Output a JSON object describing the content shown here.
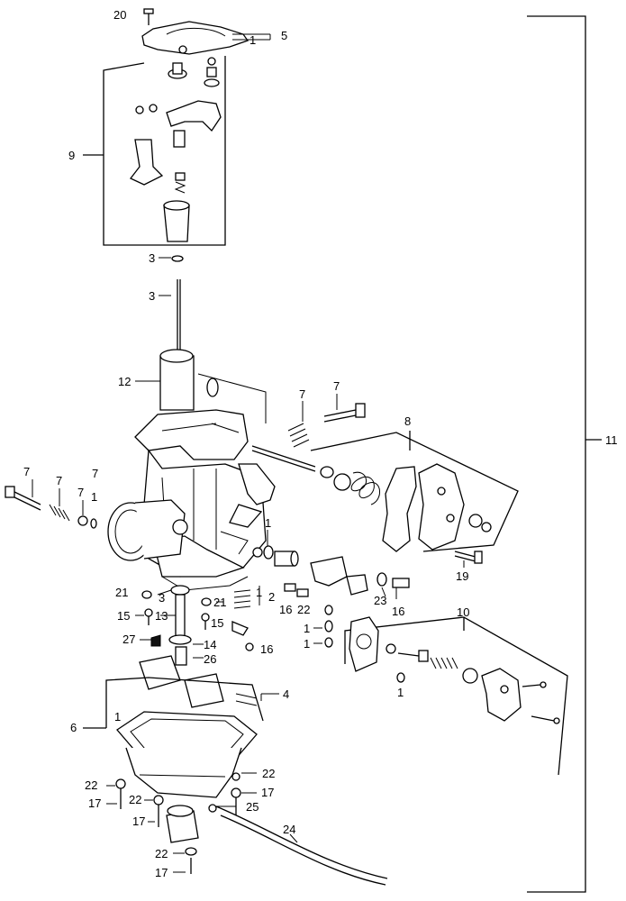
{
  "callouts": [
    {
      "id": "c20",
      "text": "20"
    },
    {
      "id": "c5",
      "text": "5"
    },
    {
      "id": "c1a",
      "text": "1"
    },
    {
      "id": "c9",
      "text": "9"
    },
    {
      "id": "c3a",
      "text": "3"
    },
    {
      "id": "c3b",
      "text": "3"
    },
    {
      "id": "c12",
      "text": "12"
    },
    {
      "id": "c7a",
      "text": "7"
    },
    {
      "id": "c7b",
      "text": "7"
    },
    {
      "id": "c8",
      "text": "8"
    },
    {
      "id": "c11",
      "text": "11"
    },
    {
      "id": "c7c",
      "text": "7"
    },
    {
      "id": "c7d",
      "text": "7"
    },
    {
      "id": "c7e",
      "text": "7"
    },
    {
      "id": "c7f",
      "text": "7"
    },
    {
      "id": "c1b",
      "text": "1"
    },
    {
      "id": "c1c",
      "text": "1"
    },
    {
      "id": "c1d",
      "text": "1"
    },
    {
      "id": "c19",
      "text": "19"
    },
    {
      "id": "c21a",
      "text": "21"
    },
    {
      "id": "c3c",
      "text": "3"
    },
    {
      "id": "c2",
      "text": "2"
    },
    {
      "id": "c16a",
      "text": "16"
    },
    {
      "id": "c22a",
      "text": "22"
    },
    {
      "id": "c23",
      "text": "23"
    },
    {
      "id": "c16b",
      "text": "16"
    },
    {
      "id": "c15a",
      "text": "15"
    },
    {
      "id": "c13",
      "text": "13"
    },
    {
      "id": "c21b",
      "text": "21"
    },
    {
      "id": "c15b",
      "text": "15"
    },
    {
      "id": "c1e",
      "text": "1"
    },
    {
      "id": "c1f",
      "text": "1"
    },
    {
      "id": "c10",
      "text": "10"
    },
    {
      "id": "c27",
      "text": "27"
    },
    {
      "id": "c14",
      "text": "14"
    },
    {
      "id": "c16c",
      "text": "16"
    },
    {
      "id": "c26",
      "text": "26"
    },
    {
      "id": "c1g",
      "text": "1"
    },
    {
      "id": "c4",
      "text": "4"
    },
    {
      "id": "c6",
      "text": "6"
    },
    {
      "id": "c1h",
      "text": "1"
    },
    {
      "id": "c22b",
      "text": "22"
    },
    {
      "id": "c22c",
      "text": "22"
    },
    {
      "id": "c17a",
      "text": "17"
    },
    {
      "id": "c17b",
      "text": "17"
    },
    {
      "id": "c22d",
      "text": "22"
    },
    {
      "id": "c25",
      "text": "25"
    },
    {
      "id": "c17c",
      "text": "17"
    },
    {
      "id": "c24",
      "text": "24"
    },
    {
      "id": "c22e",
      "text": "22"
    },
    {
      "id": "c17d",
      "text": "17"
    }
  ]
}
